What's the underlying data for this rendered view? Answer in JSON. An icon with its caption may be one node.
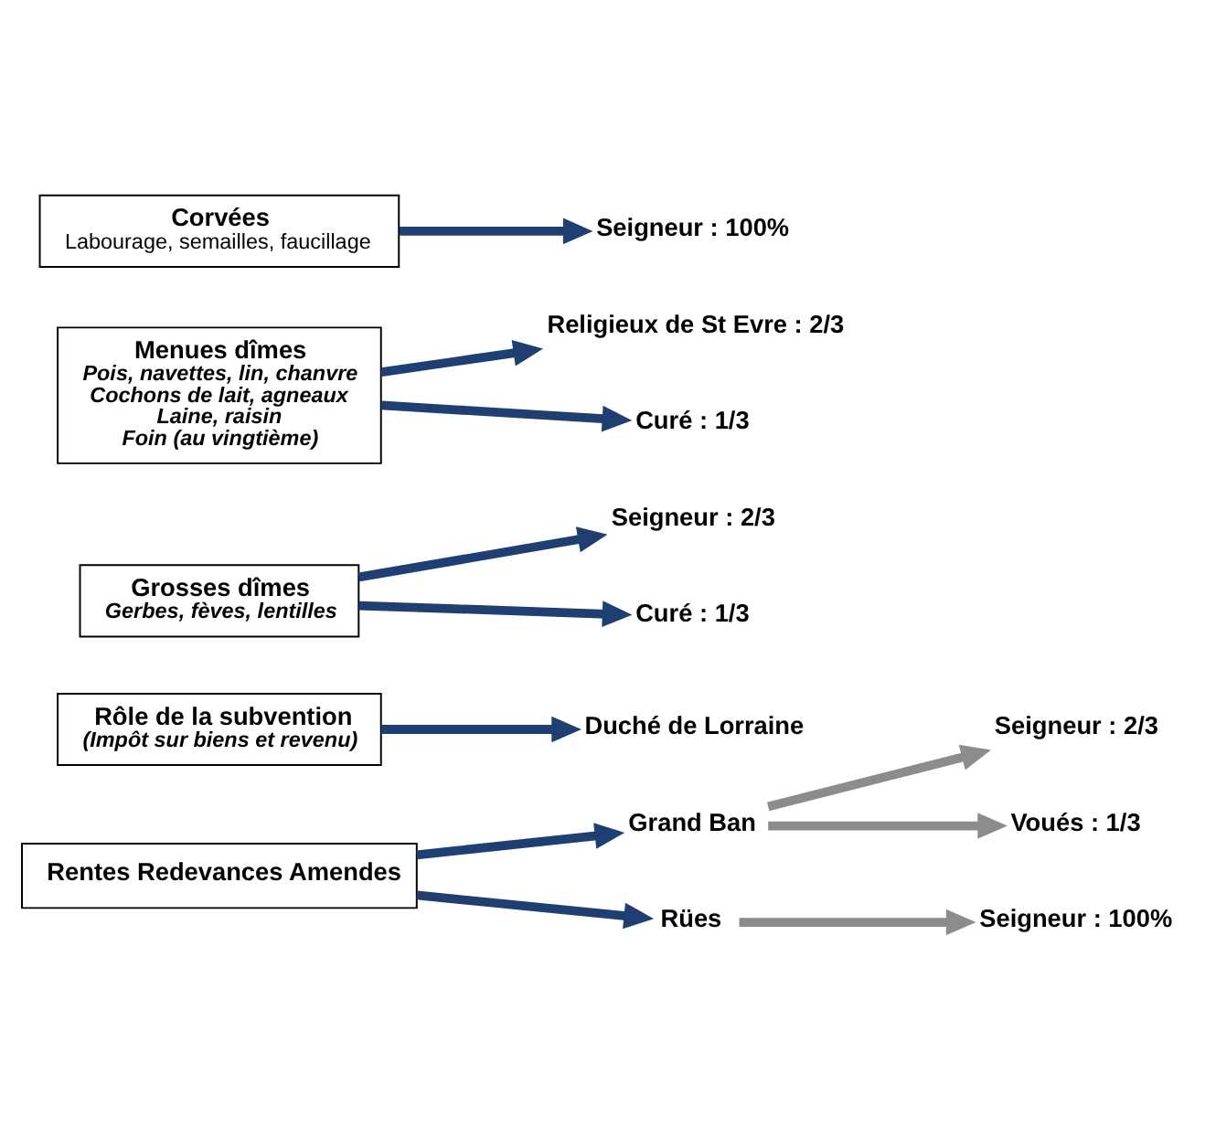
{
  "diagram": {
    "nodes": [
      {
        "text": [
          "Rentes Redevances Amendes"
        ]
      },
      {
        "text": [
          "Grand Ban"
        ]
      },
      {
        "text": [
          "Seigneur : 2/3"
        ]
      },
      {
        "text": [
          "Voués : 1/3"
        ]
      },
      {
        "text": [
          "Rües"
        ]
      },
      {
        "text": [
          "Seigneur : 100%"
        ]
      },
      {
        "text": [
          "Rôle de la subvention",
          "(Impôt sur biens et revenu)"
        ]
      },
      {
        "text": [
          "Duché de Lorraine"
        ]
      },
      {
        "text": [
          "Grosses dîmes",
          "Gerbes, fèves, lentilles"
        ]
      },
      {
        "text": [
          "Seigneur : 2/3"
        ]
      },
      {
        "text": [
          "Curé : 1/3"
        ]
      },
      {
        "text": [
          "Menues dîmes",
          "Pois, navettes, lin, chanvre",
          "Cochons de lait, agneaux",
          "Laine, raisin",
          "Foin (au vingtième)"
        ]
      },
      {
        "text": [
          "Religieux de St Evre : 2/3"
        ]
      },
      {
        "text": [
          "Curé : 1/3"
        ]
      },
      {
        "text": [
          "Corvées",
          "Labourage, semailles, faucillage"
        ]
      },
      {
        "text": [
          "Seigneur : 100%"
        ]
      }
    ],
    "edges": [
      {
        "from": 0,
        "to": 1,
        "arrow": "to"
      },
      {
        "from": 1,
        "to": 2,
        "arrow": "to",
        "color": "#8c8c8c"
      },
      {
        "from": 1,
        "to": 3,
        "arrow": "to",
        "color": "#8c8c8c"
      },
      {
        "from": 0,
        "to": 4,
        "arrow": "to"
      },
      {
        "from": 4,
        "to": 5,
        "arrow": "to",
        "color": "#8c8c8c"
      },
      {
        "from": 6,
        "to": 7,
        "arrow": "to"
      },
      {
        "from": 8,
        "to": 9,
        "arrow": "to"
      },
      {
        "from": 8,
        "to": 10,
        "arrow": "to"
      },
      {
        "from": 11,
        "to": 12,
        "arrow": "to"
      },
      {
        "from": 11,
        "to": 13,
        "arrow": "to"
      },
      {
        "from": 14,
        "to": 15,
        "arrow": "to"
      }
    ]
  }
}
